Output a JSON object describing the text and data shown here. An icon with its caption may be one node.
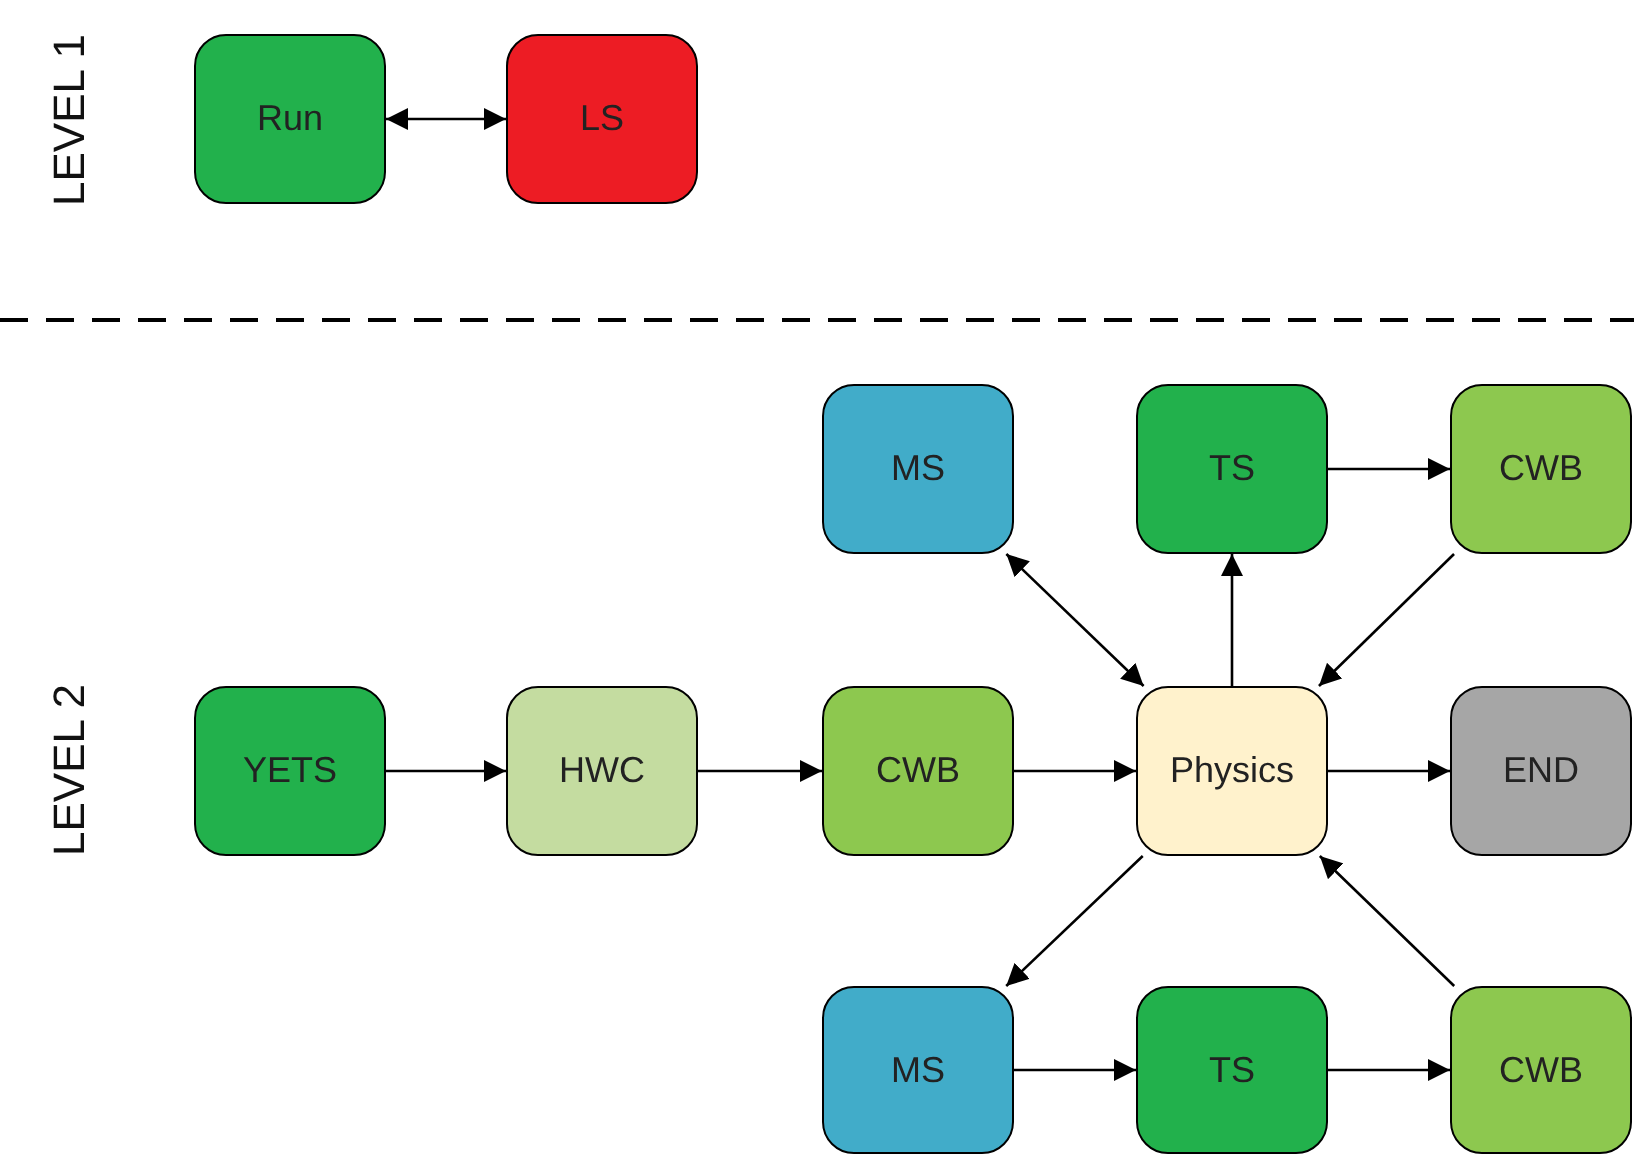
{
  "diagram": {
    "nodes": [
      {
        "text": [
          "Run"
        ]
      },
      {
        "text": [
          "LS"
        ]
      },
      {
        "text": [
          "MS"
        ]
      },
      {
        "text": [
          "TS"
        ]
      },
      {
        "text": [
          "CWB"
        ]
      },
      {
        "text": [
          "YETS"
        ]
      },
      {
        "text": [
          "HWC"
        ]
      },
      {
        "text": [
          "CWB"
        ]
      },
      {
        "text": [
          "Physics"
        ]
      },
      {
        "text": [
          "END"
        ]
      },
      {
        "text": [
          "MS"
        ]
      },
      {
        "text": [
          "TS"
        ]
      },
      {
        "text": [
          "CWB"
        ]
      }
    ],
    "edges": [
      {
        "from": 0,
        "to": 1,
        "arrow": "both"
      },
      {
        "from": 8,
        "to": 2,
        "arrow": "both"
      },
      {
        "from": 8,
        "to": 3,
        "arrow": "to"
      },
      {
        "from": 3,
        "to": 4,
        "arrow": "to"
      },
      {
        "from": 4,
        "to": 8,
        "arrow": "to"
      },
      {
        "from": 5,
        "to": 6,
        "arrow": "to"
      },
      {
        "from": 6,
        "to": 7,
        "arrow": "to"
      },
      {
        "from": 7,
        "to": 8,
        "arrow": "to"
      },
      {
        "from": 8,
        "to": 9,
        "arrow": "to"
      },
      {
        "from": 8,
        "to": 10,
        "arrow": "to"
      },
      {
        "from": 10,
        "to": 11,
        "arrow": "to"
      },
      {
        "from": 11,
        "to": 12,
        "arrow": "to"
      },
      {
        "from": 12,
        "to": 8,
        "arrow": "to"
      }
    ],
    "labels": [
      "LEVEL 1",
      "LEVEL 2"
    ]
  }
}
